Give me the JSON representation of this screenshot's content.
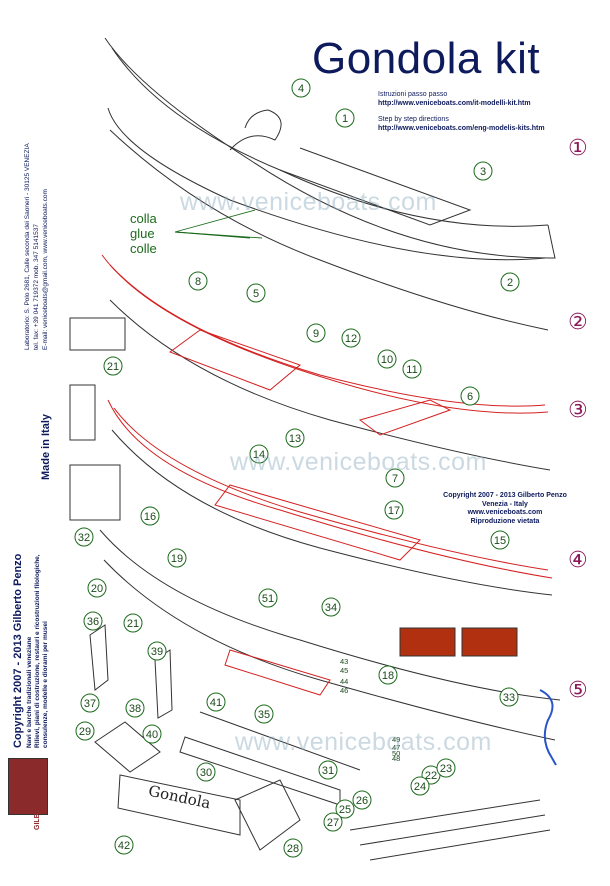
{
  "title": "Gondola kit",
  "instructions": {
    "it_label": "Istruzioni passo passo",
    "it_url": "http://www.veniceboats.com/it-modelli-kit.htm",
    "en_label": "Step by step directions",
    "en_url": "http://www.veniceboats.com/eng-modelis-kits.htm"
  },
  "watermark": "www.veniceboats.com",
  "glue_labels": [
    "colla",
    "glue",
    "colle"
  ],
  "steps": [
    "①",
    "②",
    "③",
    "④",
    "⑤"
  ],
  "copyright_box": {
    "line1": "Copyright 2007 - 2013 Gilberto Penzo",
    "line2": "Venezia - Italy",
    "line3": "www.veniceboats.com",
    "line4": "Riproduzione vietata"
  },
  "side_text": {
    "address1": "Laboratorio: S. Polo 2681, Calle seconda dei Saoneri - 30125 VENEZIA",
    "address2": "tel. fax: +39 041 719372 mob. 347 5141537",
    "address3": "E-mail: veniceboats@gmail.com,  www.veniceboats.com",
    "made_in": "Made in Italy",
    "copyright": "Copyright 2007 - 2013 Gilberto Penzo",
    "desc1": "Navi e barche tradizionali veneziane",
    "desc2": "Rilievi, piani di costruzione, restauri e ricostruzioni filologiche,",
    "desc3": "consulenze, modelle e diorami per musei"
  },
  "stand_name": "Gondola",
  "brand": "GILBERTO PENZO",
  "part_numbers": [
    "1",
    "2",
    "3",
    "4",
    "5",
    "6",
    "7",
    "8",
    "9",
    "10",
    "11",
    "12",
    "13",
    "14",
    "15",
    "16",
    "17",
    "19",
    "20",
    "21",
    "21",
    "28",
    "29",
    "30",
    "31",
    "32",
    "33",
    "34",
    "35",
    "36",
    "37",
    "38",
    "39",
    "40",
    "41",
    "42",
    "18",
    "51",
    "22",
    "23",
    "24",
    "25",
    "26",
    "27"
  ],
  "small_labels": [
    "43",
    "44",
    "45",
    "46",
    "47",
    "48",
    "49",
    "50"
  ],
  "colors": {
    "ink": "#0d1a5c",
    "leader": "#1b6b1b",
    "red": "#d42020",
    "step": "#8b1a5a",
    "blue": "#2a55c8"
  }
}
